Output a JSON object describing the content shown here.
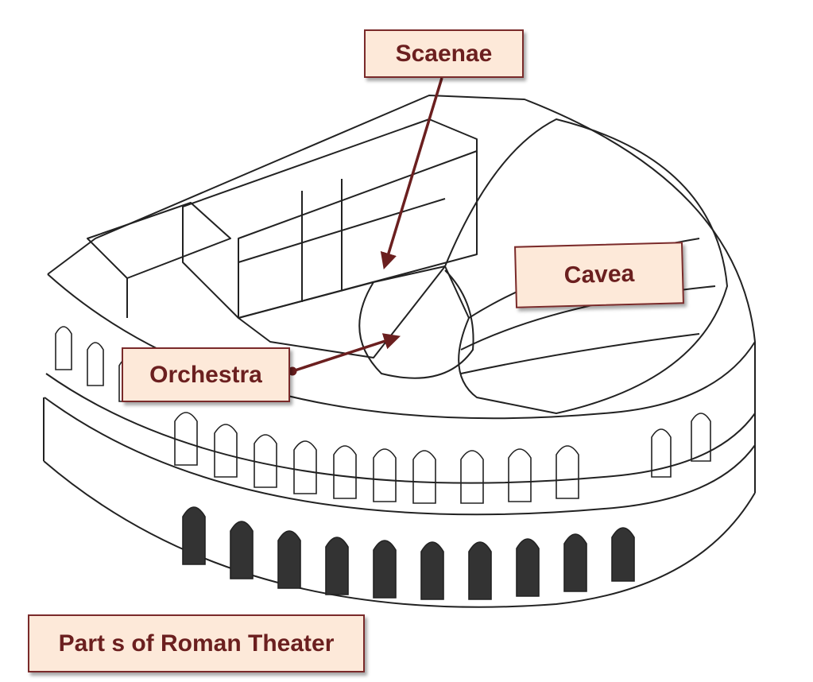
{
  "labels": {
    "scaenae": "Scaenae",
    "cavea": "Cavea",
    "orchestra": "Orchestra",
    "title": "Part s of Roman Theater"
  },
  "colors": {
    "box_fill": "#fde9d9",
    "box_border": "#7a2a2a",
    "text": "#6b1f1f",
    "arrow": "#6b1f1f",
    "ink": "#222222"
  }
}
